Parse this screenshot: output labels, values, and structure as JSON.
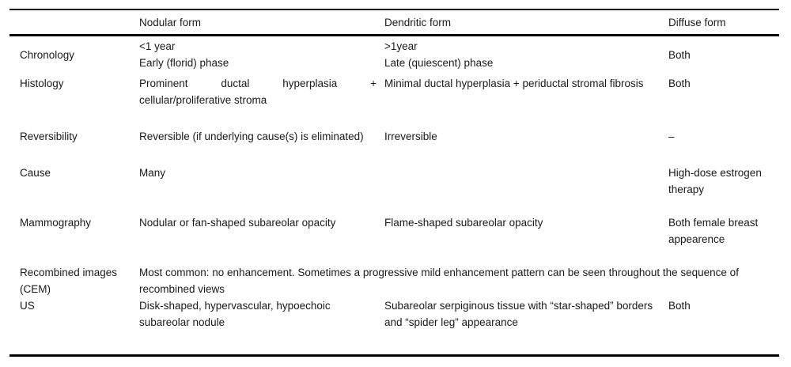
{
  "table": {
    "caption_visible": false,
    "columns": [
      {
        "key": "label",
        "header": ""
      },
      {
        "key": "nodular",
        "header": "Nodular form"
      },
      {
        "key": "dendritic",
        "header": "Dendritic form"
      },
      {
        "key": "diffuse",
        "header": "Diffuse form"
      }
    ],
    "rows": [
      {
        "label": "Chronology",
        "nodular": "<1 year\nEarly (florid) phase",
        "dendritic": ">1year\nLate (quiescent) phase",
        "diffuse": "Both",
        "span": null
      },
      {
        "label": "Histology",
        "nodular": "Prominent ductal hyperplasia + cellular/proliferative stroma",
        "dendritic": "Minimal ductal hyperplasia + periductal stromal fibrosis",
        "diffuse": "Both",
        "span": null
      },
      {
        "label": "Reversibility",
        "nodular": "Reversible (if underlying cause(s) is eliminated)",
        "dendritic": "Irreversible",
        "diffuse": "–",
        "span": null
      },
      {
        "label": "Cause",
        "nodular": "Many",
        "dendritic": "",
        "diffuse": "High-dose estrogen therapy",
        "span": null
      },
      {
        "label": "Mammography",
        "nodular": "Nodular or fan-shaped subareolar opacity",
        "dendritic": "Flame-shaped subareolar opacity",
        "diffuse": "Both female breast appearence",
        "span": null
      },
      {
        "label": "Recombined images (CEM)",
        "nodular": "",
        "dendritic": "",
        "diffuse": "",
        "span": "Most common: no enhancement. Sometimes a progressive mild enhancement pattern can be seen throughout the sequence of recombined views"
      },
      {
        "label": "US",
        "nodular": "Disk-shaped, hypervascular, hypoechoic subareolar nodule",
        "dendritic": "Subareolar serpiginous tissue with “star-shaped” borders and “spider leg” appearance",
        "diffuse": "Both",
        "span": null
      }
    ]
  },
  "style": {
    "rule_color": "#000000",
    "text_color": "#1a1a1a",
    "background": "#ffffff"
  }
}
